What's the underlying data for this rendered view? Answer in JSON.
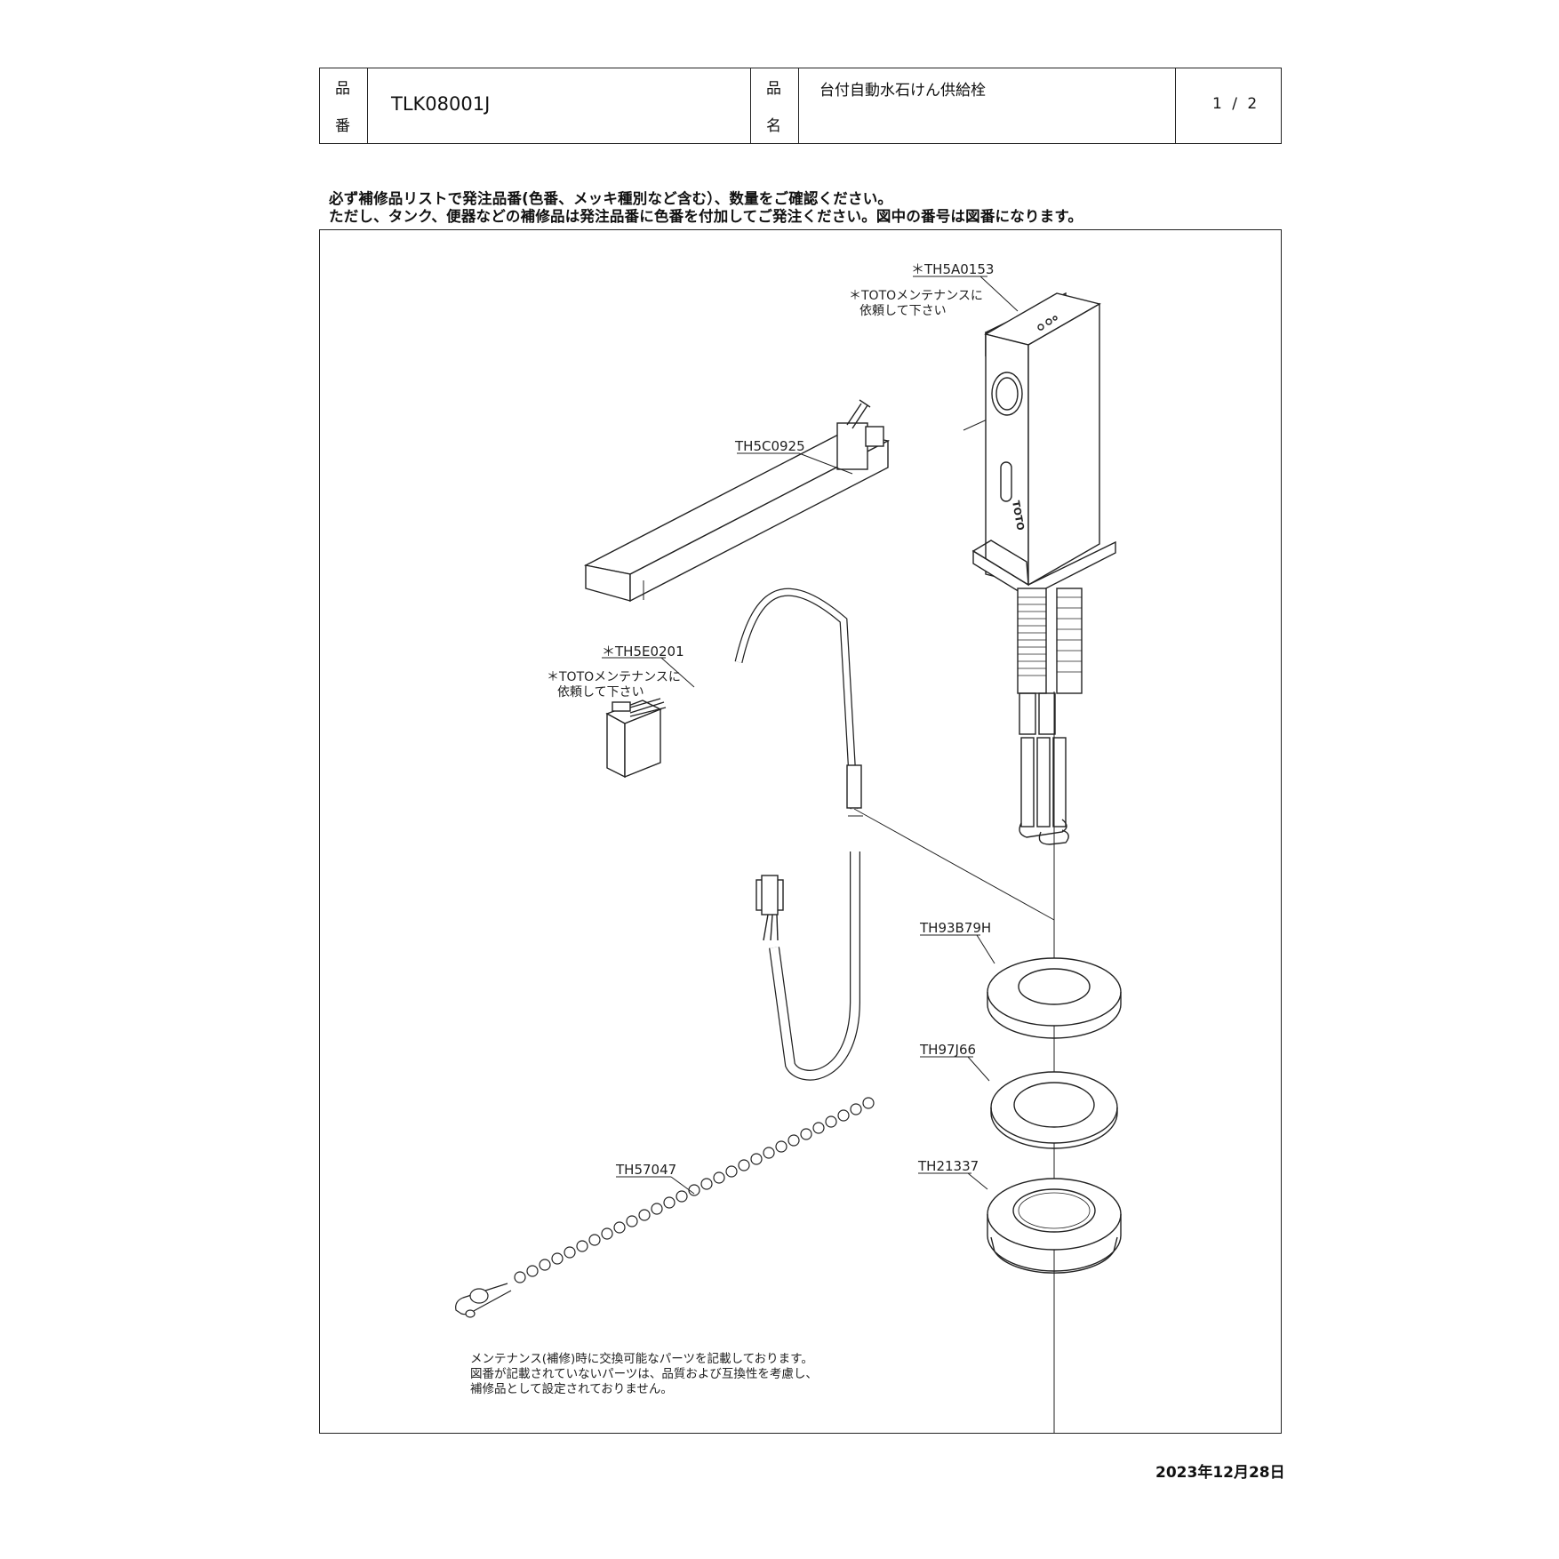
{
  "header": {
    "hinban_label_1": "品",
    "hinban_label_2": "番",
    "hinban_value": "TLK08001J",
    "hinmei_label_1": "品",
    "hinmei_label_2": "名",
    "hinmei_value": "台付自動水石けん供給栓",
    "page": "1 / 2"
  },
  "instructions": {
    "line1": "必ず補修品リストで発注品番(色番、メッキ種別など含む）、数量をご確認ください。",
    "line2": "ただし、タンク、便器などの補修品は発注品番に色番を付加してご発注ください。図中の番号は図番になります。"
  },
  "parts": {
    "p1": {
      "code": "＊TH5A0153",
      "note1": "＊TOTOメンテナンスに",
      "note2": "依頼して下さい"
    },
    "p2": {
      "code": "TH5C0925"
    },
    "p3": {
      "code": "＊TH5E0201",
      "note1": "＊TOTOメンテナンスに",
      "note2": "依頼して下さい"
    },
    "p4": {
      "code": "TH93B79H"
    },
    "p5": {
      "code": "TH97J66"
    },
    "p6": {
      "code": "TH21337"
    },
    "p7": {
      "code": "TH57047"
    }
  },
  "body_marks": {
    "brand": "TOTO"
  },
  "footnote": {
    "line1": "メンテナンス(補修)時に交換可能なパーツを記載しております。",
    "line2": "図番が記載されていないパーツは、品質および互換性を考慮し、",
    "line3": "補修品として設定されておりません。"
  },
  "date": "2023年12月28日"
}
